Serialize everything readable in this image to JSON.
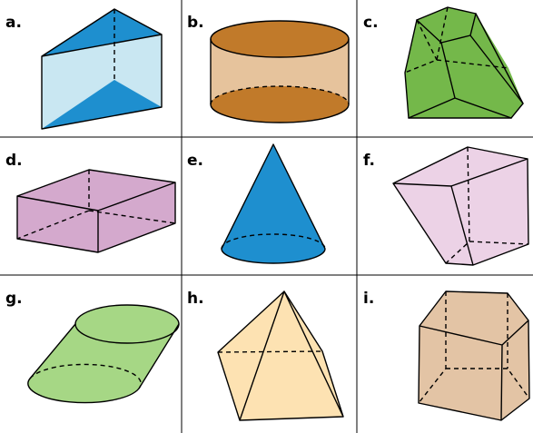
{
  "panels": [
    {
      "label": "a.",
      "shape": "triangular-prism",
      "color": "#c9e7f2",
      "accent": "#1e8fcf"
    },
    {
      "label": "b.",
      "shape": "cylinder",
      "color": "#e6c39c",
      "accent": "#c17a2a"
    },
    {
      "label": "c.",
      "shape": "frustum-pyramid",
      "color": "#74b84a"
    },
    {
      "label": "d.",
      "shape": "rectangular-prism-flat",
      "color": "#d4a9cd"
    },
    {
      "label": "e.",
      "shape": "cone",
      "color": "#1e8fcf"
    },
    {
      "label": "f.",
      "shape": "truncated-quadrilateral-prism",
      "color": "#ecd2e6"
    },
    {
      "label": "g.",
      "shape": "oblique-cylinder",
      "color": "#a6d785"
    },
    {
      "label": "h.",
      "shape": "square-pyramid",
      "color": "#fde2b2"
    },
    {
      "label": "i.",
      "shape": "pentagonal-prism",
      "color": "#e3c4a5"
    }
  ]
}
